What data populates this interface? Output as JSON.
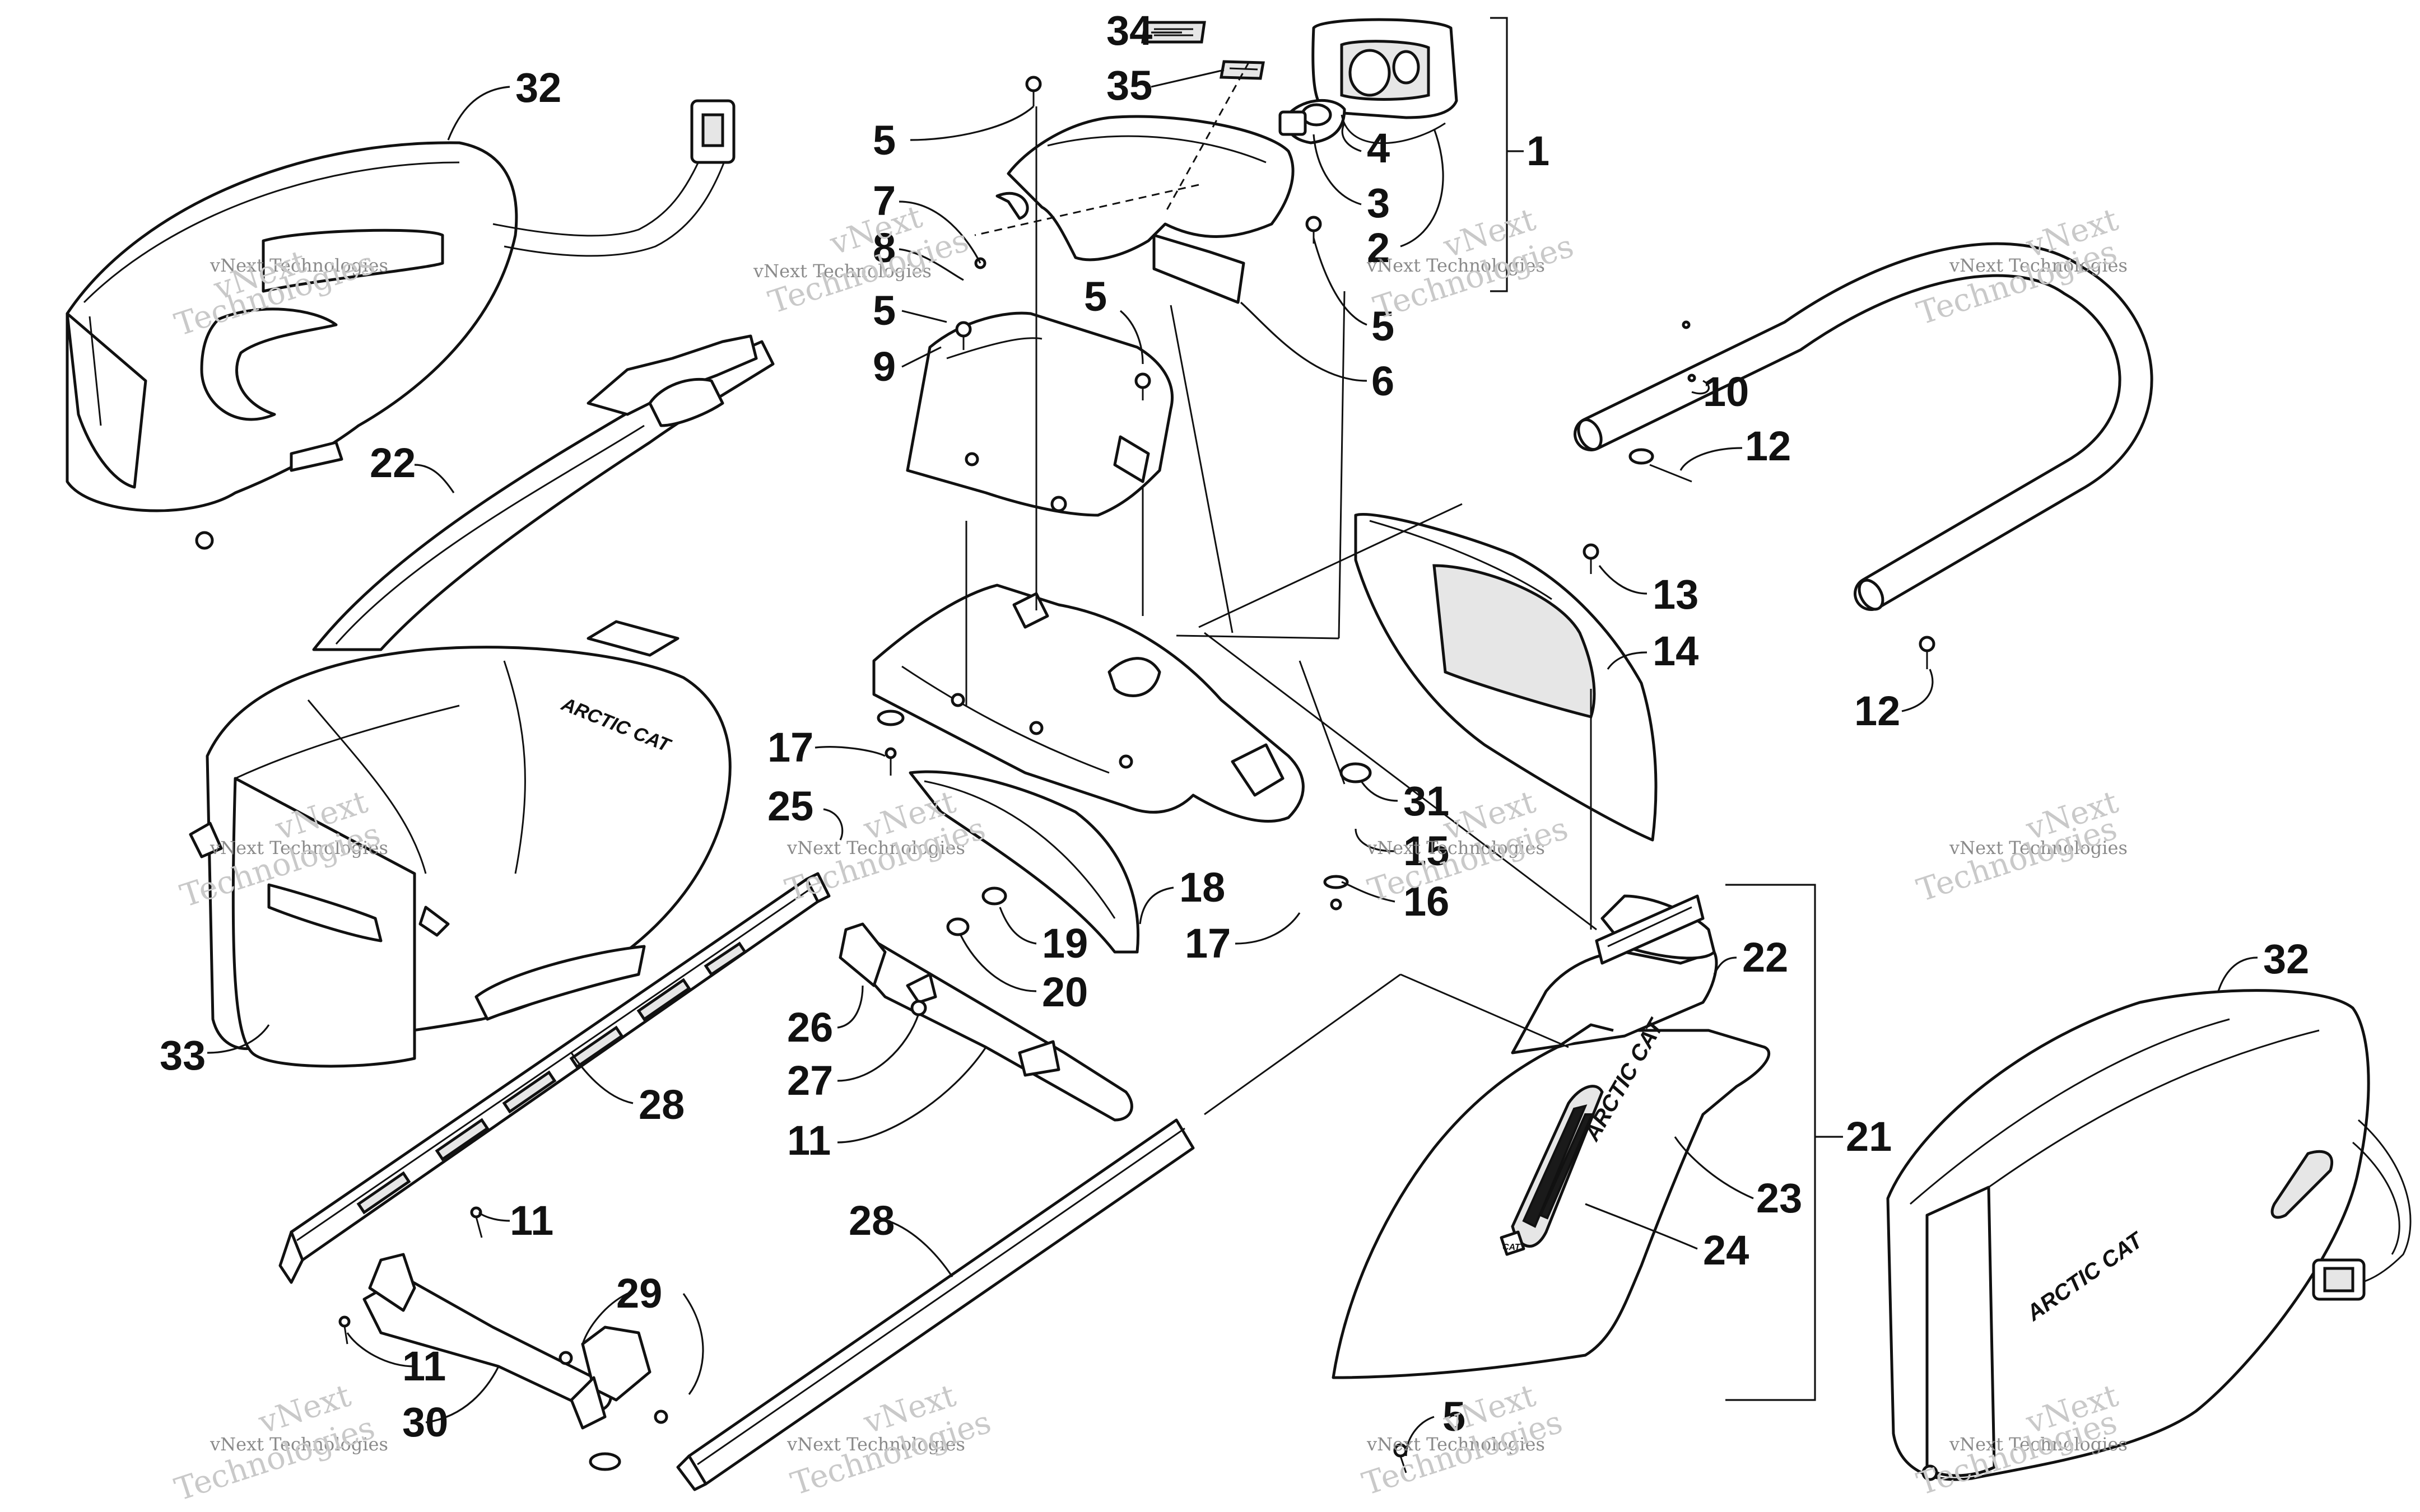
{
  "watermark": {
    "line1": "vNext Technologies",
    "line2_a": "vNext",
    "line2_b": "Technologies"
  },
  "logos": {
    "seat_box": "ARCTIC CAT",
    "side_panel": "ARCTIC CAT",
    "right_bag": "ARCTIC CAT",
    "panel_badge": "CAT"
  },
  "callouts": {
    "c34": "34",
    "c35": "35",
    "c1": "1",
    "c4": "4",
    "c3": "3",
    "c2": "2",
    "c5a": "5",
    "c7": "7",
    "c8": "8",
    "c5b": "5",
    "c5c": "5",
    "c9": "9",
    "c5d": "5",
    "c6": "6",
    "c32a": "32",
    "c22a": "22",
    "c10": "10",
    "c12a": "12",
    "c13": "13",
    "c14": "14",
    "c12b": "12",
    "c17a": "17",
    "c25": "25",
    "c31": "31",
    "c15": "15",
    "c16": "16",
    "c18": "18",
    "c19": "19",
    "c20": "20",
    "c17b": "17",
    "c22b": "22",
    "c32b": "32",
    "c33": "33",
    "c28a": "28",
    "c26": "26",
    "c27": "27",
    "c11a": "11",
    "c21": "21",
    "c23": "23",
    "c24": "24",
    "c28b": "28",
    "c11b": "11",
    "c29": "29",
    "c11c": "11",
    "c30": "30",
    "c5e": "5"
  }
}
